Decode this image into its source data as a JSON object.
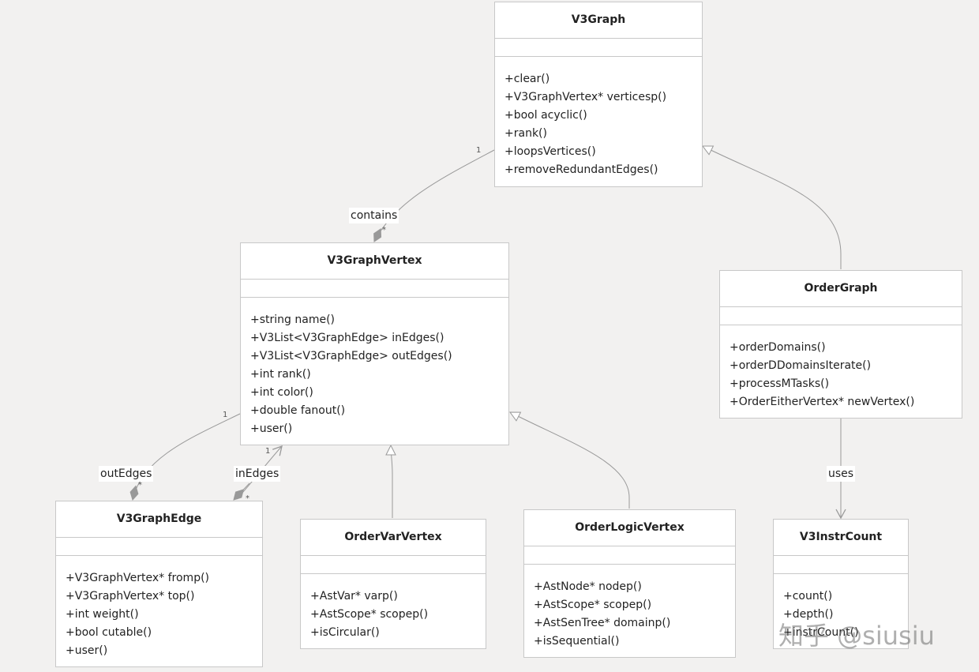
{
  "classes": {
    "v3graph": {
      "name": "V3Graph",
      "methods": [
        "+clear()",
        "+V3GraphVertex* verticesp()",
        "+bool acyclic()",
        "+rank()",
        "+loopsVertices()",
        "+removeRedundantEdges()"
      ]
    },
    "v3graphvertex": {
      "name": "V3GraphVertex",
      "methods": [
        "+string name()",
        "+V3List<V3GraphEdge> inEdges()",
        "+V3List<V3GraphEdge> outEdges()",
        "+int rank()",
        "+int color()",
        "+double fanout()",
        "+user()"
      ]
    },
    "ordergraph": {
      "name": "OrderGraph",
      "methods": [
        "+orderDomains()",
        "+orderDDomainsIterate()",
        "+processMTasks()",
        "+OrderEitherVertex* newVertex()"
      ]
    },
    "v3graphedge": {
      "name": "V3GraphEdge",
      "methods": [
        "+V3GraphVertex* fromp()",
        "+V3GraphVertex* top()",
        "+int weight()",
        "+bool cutable()",
        "+user()"
      ]
    },
    "ordervarvertex": {
      "name": "OrderVarVertex",
      "methods": [
        "+AstVar* varp()",
        "+AstScope* scopep()",
        "+isCircular()"
      ]
    },
    "orderlogicvertex": {
      "name": "OrderLogicVertex",
      "methods": [
        "+AstNode* nodep()",
        "+AstScope* scopep()",
        "+AstSenTree* domainp()",
        "+isSequential()"
      ]
    },
    "v3instrcount": {
      "name": "V3InstrCount",
      "methods": [
        "+count()",
        "+depth()",
        "+instrCount()"
      ]
    }
  },
  "relations": {
    "contains": {
      "label": "contains",
      "from_mult": "1",
      "to_mult": "*"
    },
    "outedges": {
      "label": "outEdges",
      "from_mult": "1",
      "to_mult": "*"
    },
    "inedges": {
      "label": "inEdges",
      "from_mult": "1",
      "to_mult": "*"
    },
    "uses": {
      "label": "uses"
    }
  },
  "watermark": "知乎 @siusiu",
  "colors": {
    "background": "#f2f1f0",
    "box_border": "#c8c8c8",
    "line": "#999999"
  }
}
